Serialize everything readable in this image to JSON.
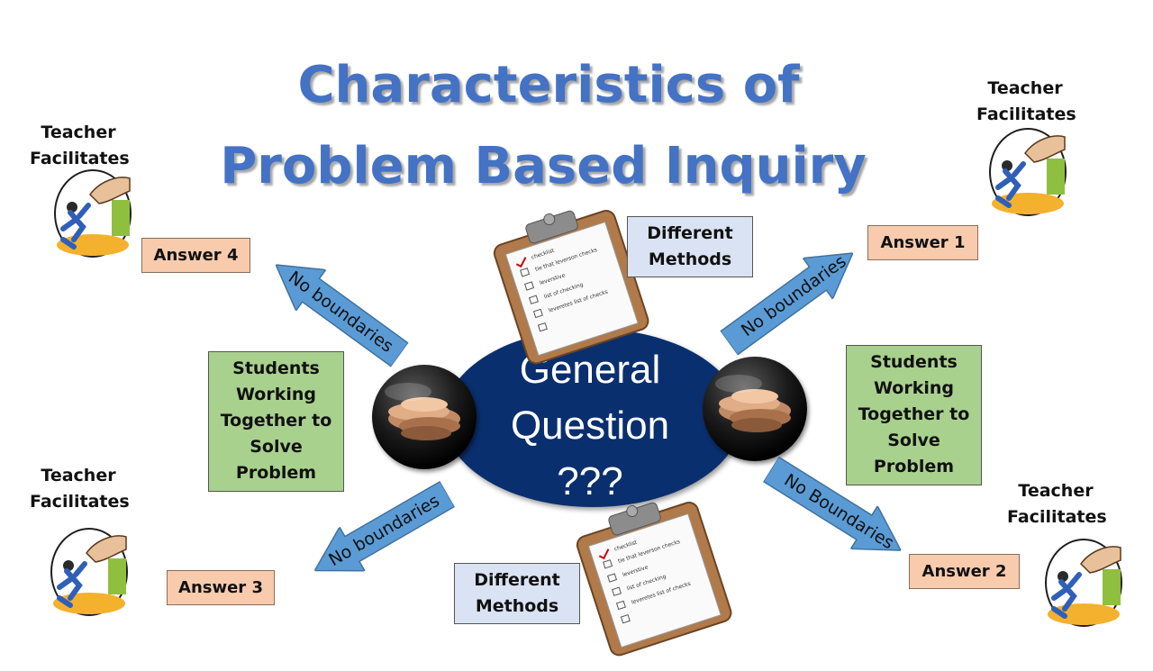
{
  "title": {
    "line1": "Characteristics of",
    "line2": "Problem Based Inquiry"
  },
  "center": {
    "line1": "General",
    "line2": "Question",
    "line3": "???"
  },
  "teacher": {
    "line1": "Teacher",
    "line2": "Facilitates"
  },
  "answers": {
    "a1": "Answer 1",
    "a2": "Answer 2",
    "a3": "Answer 3",
    "a4": "Answer 4"
  },
  "methods": {
    "line1": "Different",
    "line2": "Methods"
  },
  "students": {
    "line1": "Students",
    "line2": "Working",
    "line3": "Together to",
    "line4": "Solve",
    "line5": "Problem"
  },
  "arrows": {
    "upper_left": "No boundaries",
    "upper_right": "No boundaries",
    "lower_left": "No boundaries",
    "lower_right": "No Boundaries"
  },
  "clipboard": {
    "l1": "checklist",
    "l2": "tie that leverson checks",
    "l3": "leverstive",
    "l4": "list of checking",
    "l5": "leveretes list of checks"
  },
  "colors": {
    "title": "#4472C4",
    "ellipse": "#0A2F6E",
    "arrow": "#5B9BD5",
    "answer_box": "#F8CBAD",
    "methods_box": "#DAE3F3",
    "students_box": "#A9D18E"
  }
}
